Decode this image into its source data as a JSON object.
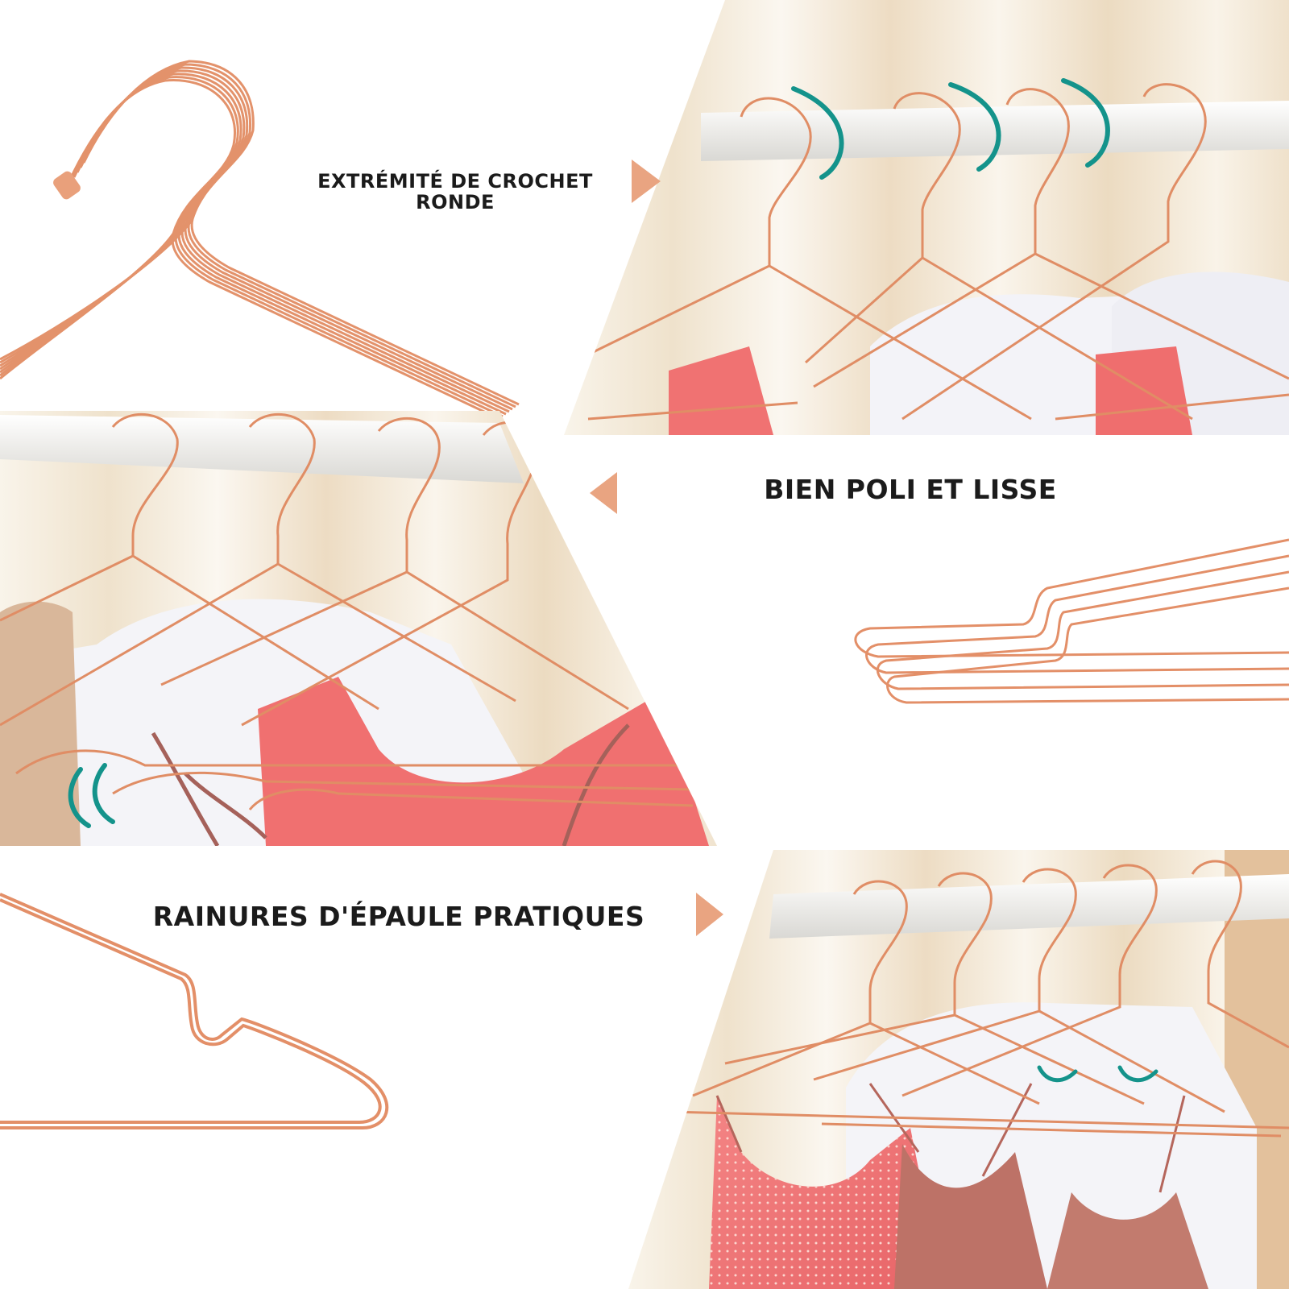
{
  "colors": {
    "copper": "#e1926a",
    "copper_light": "#f0b593",
    "teal": "#14938b",
    "arrow": "#e9a481",
    "rail": "#efefed",
    "curtain": "#f7f0e3",
    "curtain_dark": "#e7c8a3",
    "pink": "#f07070",
    "pink_light": "#f49a91",
    "satin": "#b86f62",
    "shirt": "#f4f4f8",
    "text": "#1b1b1b"
  },
  "icons": [
    "play-arrow-right",
    "play-arrow-left",
    "teal-arc-marker"
  ],
  "features": {
    "hook": {
      "label_line1": "EXTRÉMITÉ DE CROCHET",
      "label_line2": "RONDE"
    },
    "polish": {
      "label": "BIEN POLI ET LISSE"
    },
    "shoulder": {
      "label": "RAINURES D'ÉPAULE PRATIQUES"
    }
  }
}
